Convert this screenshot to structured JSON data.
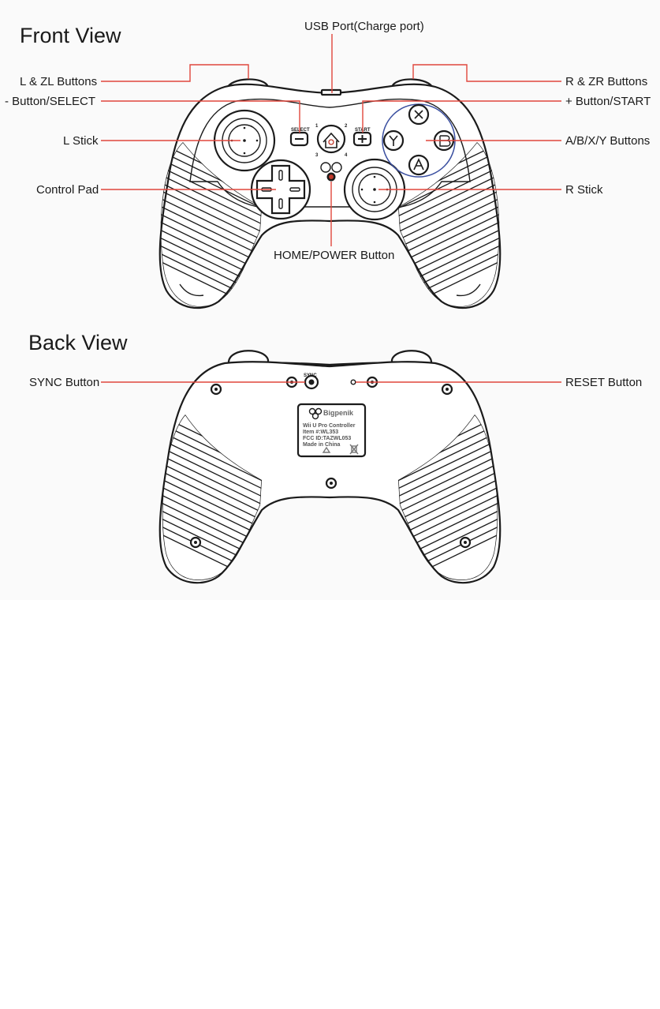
{
  "sections": {
    "front_title": "Front View",
    "back_title": "Back View"
  },
  "front_labels": {
    "usb_port": "USB Port(Charge port)",
    "l_zl": "L & ZL Buttons",
    "minus_select": "- Button/SELECT",
    "l_stick": "L Stick",
    "control_pad": "Control Pad",
    "home_power": "HOME/POWER Button",
    "r_zr": "R & ZR Buttons",
    "plus_start": "+ Button/START",
    "abxy": "A/B/X/Y Buttons",
    "r_stick": "R Stick"
  },
  "back_labels": {
    "sync": "SYNC Button",
    "reset": "RESET Button"
  },
  "controller_text": {
    "select": "SELECT",
    "start": "START",
    "led_1": "1",
    "led_2": "2",
    "led_3": "3",
    "led_4": "4",
    "sync_small": "SYNC"
  },
  "back_sticker": {
    "brand": "Bigpenik",
    "line1": "Wii U Pro Controller",
    "line2": "Item #:WL353",
    "line3": "FCC ID:TAZWL053",
    "line4": "Made in China"
  },
  "colors": {
    "leader": "#e0463c",
    "abxy_ring": "#3a4fa0",
    "home_accent": "#c0392b"
  }
}
